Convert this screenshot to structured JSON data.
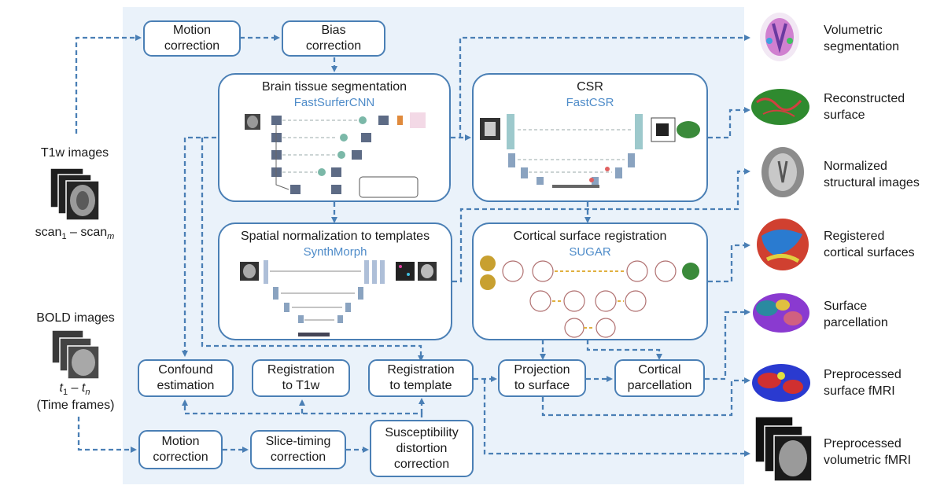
{
  "steps": {
    "anat_motion": "Motion\ncorrection",
    "bias": "Bias\ncorrection",
    "confound": "Confound\nestimation",
    "reg_t1w": "Registration\nto T1w",
    "reg_template": "Registration\nto template",
    "projection": "Projection\nto surface",
    "parcellation": "Cortical\nparcellation",
    "func_motion": "Motion\ncorrection",
    "slice_timing": "Slice-timing\ncorrection",
    "sdc": "Susceptibility\ndistortion\ncorrection"
  },
  "modules": {
    "seg": {
      "title": "Brain tissue segmentation",
      "method": "FastSurferCNN"
    },
    "csr": {
      "title": "CSR",
      "method": "FastCSR"
    },
    "norm": {
      "title": "Spatial normalization to templates",
      "method": "SynthMorph"
    },
    "reg": {
      "title": "Cortical surface registration",
      "method": "SUGAR"
    }
  },
  "inputs": {
    "t1w": {
      "title": "T1w images",
      "range_a": "scan",
      "sub_a": "1",
      "dash": " – ",
      "range_b": "scan",
      "sub_b": "m"
    },
    "bold": {
      "title": "BOLD images",
      "range_a": "t",
      "sub_a": "1",
      "dash": " – ",
      "range_b": "t",
      "sub_b": "n",
      "note": "(Time frames)"
    }
  },
  "outputs": [
    {
      "label": "Volumetric\nsegmentation",
      "icon": "segmentation-brain-icon"
    },
    {
      "label": "Reconstructed\nsurface",
      "icon": "surface-brain-icon"
    },
    {
      "label": "Normalized\nstructural images",
      "icon": "structural-mri-icon"
    },
    {
      "label": "Registered\ncortical surfaces",
      "icon": "sphere-icon"
    },
    {
      "label": "Surface\nparcellation",
      "icon": "parcellation-brain-icon"
    },
    {
      "label": "Preprocessed\nsurface fMRI",
      "icon": "fmri-surface-icon"
    },
    {
      "label": "Preprocessed\nvolumetric fMRI",
      "icon": "fmri-volume-icon"
    }
  ],
  "colors": {
    "accent": "#4a7fb5",
    "method": "#4f8cc9",
    "panel": "#eaf2fa"
  }
}
